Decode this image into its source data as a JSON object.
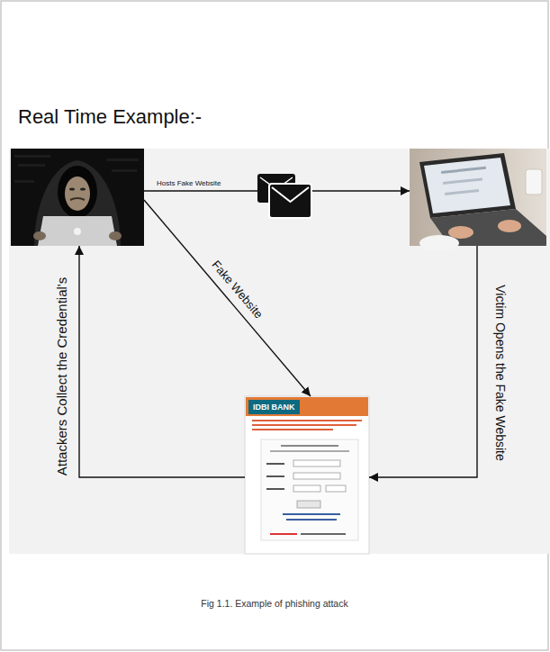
{
  "diagram": {
    "title": "Real Time Example:-",
    "caption": "Fig 1.1. Example of phishing attack",
    "nodes": [
      {
        "text": []
      },
      {
        "text": []
      },
      {
        "text": [
          "IDBI BANK"
        ]
      }
    ],
    "edges": [
      {
        "from": 0,
        "to": 1,
        "label": "Hosts Fake Website",
        "arrow": "to"
      },
      {
        "from": 0,
        "to": 2,
        "label": "Fake Website",
        "arrow": "to"
      },
      {
        "from": 1,
        "to": 2,
        "label": "Victim Opens the Fake Website",
        "arrow": "to"
      },
      {
        "from": 2,
        "to": 0,
        "label": "Attackers Collect the Credential's",
        "arrow": "to"
      }
    ]
  }
}
